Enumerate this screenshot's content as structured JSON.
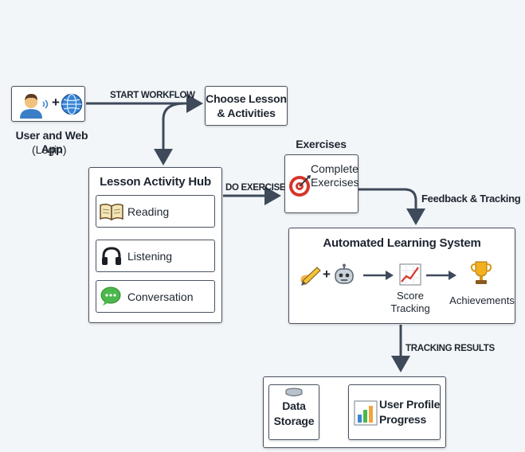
{
  "user": {
    "title": "User and Web App",
    "subtitle": "(Login)"
  },
  "flow_labels": {
    "start_workflow": "START WORKFLOW",
    "do_exercises": "DO EXERCISES",
    "feedback_tracking": "Feedback & Tracking",
    "tracking_results": "TRACKING RESULTS"
  },
  "choose_lesson": {
    "title_line1": "Choose Lesson",
    "title_line2": "& Activities"
  },
  "hub": {
    "title": "Lesson Activity Hub",
    "items": [
      {
        "label": "Reading",
        "icon": "book-icon"
      },
      {
        "label": "Listening",
        "icon": "headphones-icon"
      },
      {
        "label": "Conversation",
        "icon": "speech-bubble-icon"
      }
    ]
  },
  "exercises": {
    "header": "Exercises",
    "line1": "Complete",
    "line2": "Exercises",
    "icon": "target-icon"
  },
  "automated": {
    "title": "Automated Learning System",
    "score_line1": "Score",
    "score_line2": "Tracking",
    "achievements": "Achievements"
  },
  "storage": {
    "data_line1": "Data",
    "data_line2": "Storage",
    "profile_line1": "User Profile",
    "profile_line2": "Progress"
  },
  "colors": {
    "arrow": "#3e4a5a",
    "border": "#4a5360",
    "background": "#f3f6f8"
  }
}
